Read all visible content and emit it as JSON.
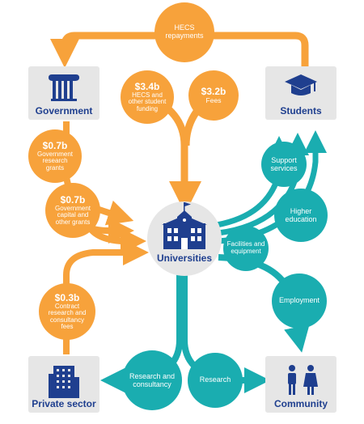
{
  "colors": {
    "orange": "#f7a23b",
    "teal": "#1aadb0",
    "navy": "#1f3f8f",
    "box": "#e6e6e6"
  },
  "nodes": {
    "government": "Government",
    "students": "Students",
    "universities": "Universities",
    "private_sector": "Private sector",
    "community": "Community"
  },
  "flows": {
    "hecs_repayments": "HECS repayments",
    "hecs_funding_amount": "$3.4b",
    "hecs_funding_desc": "HECS and other student funding",
    "fees_amount": "$3.2b",
    "fees_desc": "Fees",
    "research_grants_amount": "$0.7b",
    "research_grants_desc": "Government research grants",
    "capital_grants_amount": "$0.7b",
    "capital_grants_desc": "Government capital and other grants",
    "contract_amount": "$0.3b",
    "contract_desc": "Contract research and consultancy fees"
  },
  "outputs": {
    "support_services": "Support services",
    "higher_education": "Higher education",
    "facilities": "Facilities and equipment",
    "employment": "Employment",
    "research_consultancy": "Research and consultancy",
    "research": "Research"
  },
  "icons": [
    "column-icon",
    "graduation-cap-icon",
    "university-building-icon",
    "office-building-icon",
    "people-icon"
  ]
}
